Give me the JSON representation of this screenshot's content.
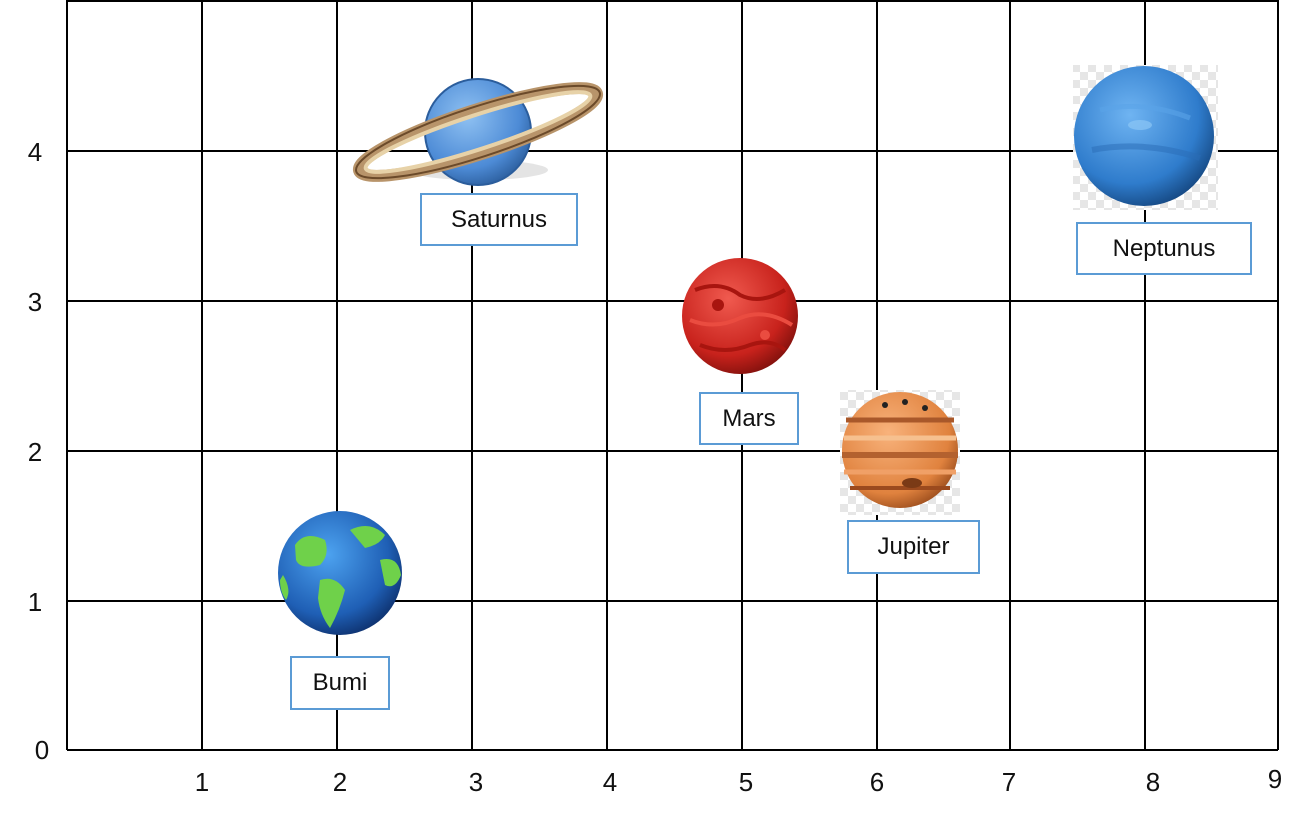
{
  "axes": {
    "x_ticks": [
      "1",
      "2",
      "3",
      "4",
      "5",
      "6",
      "7",
      "8",
      "9"
    ],
    "y_ticks": [
      "0",
      "1",
      "2",
      "3",
      "4"
    ]
  },
  "planets": [
    {
      "id": "bumi",
      "label": "Bumi",
      "x": 2,
      "y": 1.15,
      "icon": "earth-icon"
    },
    {
      "id": "saturnus",
      "label": "Saturnus",
      "x": 3,
      "y": 4.1,
      "icon": "saturn-icon"
    },
    {
      "id": "mars",
      "label": "Mars",
      "x": 5,
      "y": 2.9,
      "icon": "mars-icon"
    },
    {
      "id": "jupiter",
      "label": "Jupiter",
      "x": 6.2,
      "y": 2.0,
      "icon": "jupiter-icon"
    },
    {
      "id": "neptunus",
      "label": "Neptunus",
      "x": 8,
      "y": 4.1,
      "icon": "neptune-icon"
    }
  ],
  "colors": {
    "grid": "#000000",
    "label_border": "#5b9bd5",
    "earth_ocean": "#1f5fb5",
    "earth_land": "#66cc33",
    "saturn_body": "#5b97d9",
    "saturn_ring": "#b8946a",
    "mars": "#d12b25",
    "jupiter": "#e08a4a",
    "neptune": "#3a8ad6"
  }
}
